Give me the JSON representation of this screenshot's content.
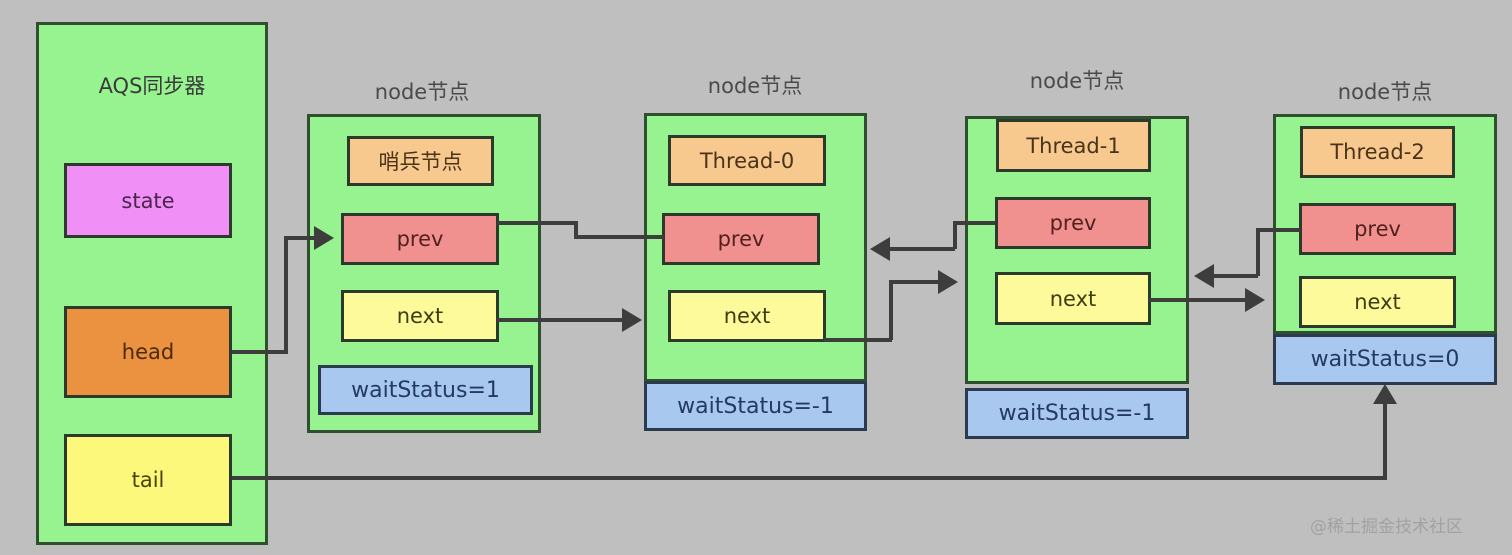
{
  "diagram": {
    "background_color": "#bfbfbf",
    "aqs": {
      "title": "AQS同步器",
      "fields": [
        {
          "label": "state",
          "color": "#f08ff5"
        },
        {
          "label": "head",
          "color": "#eb9240"
        },
        {
          "label": "tail",
          "color": "#fbf87c"
        }
      ]
    },
    "node_caption": "node节点",
    "nodes": [
      {
        "caption": "node节点",
        "thread": "哨兵节点",
        "prev": "prev",
        "next": "next",
        "wait_status": "waitStatus=1"
      },
      {
        "caption": "node节点",
        "thread": "Thread-0",
        "prev": "prev",
        "next": "next",
        "wait_status": "waitStatus=-1"
      },
      {
        "caption": "node节点",
        "thread": "Thread-1",
        "prev": "prev",
        "next": "next",
        "wait_status": "waitStatus=-1"
      },
      {
        "caption": "node节点",
        "thread": "Thread-2",
        "prev": "prev",
        "next": "next",
        "wait_status": "waitStatus=0"
      }
    ],
    "watermark": "@稀土掘金技术社区",
    "colors": {
      "panel_fill": "#97f38f",
      "panel_border": "#2f4f2f",
      "state_fill": "#f08ff5",
      "head_fill": "#eb9240",
      "tail_fill": "#fbf87c",
      "thread_fill": "#f7c98f",
      "prev_fill": "#f0918f",
      "next_fill": "#fcfa9a",
      "waitstatus_fill": "#a8c8f0",
      "connector": "#3d3d3d"
    }
  }
}
